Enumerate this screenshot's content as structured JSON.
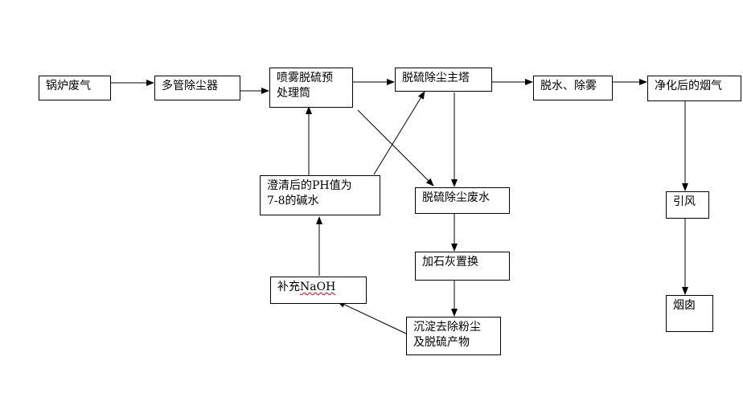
{
  "nodes": {
    "boiler_gas": "锅炉废气",
    "multi_tube": "多管除尘器",
    "spray_pre_l1": "喷雾脱硫预",
    "spray_pre_l2": "处理筒",
    "main_tower": "脱硫除尘主塔",
    "dewater": "脱水、除雾",
    "clean_gas": "净化后的烟气",
    "alkali_l1": "澄清后的PH值为",
    "alkali_l2": "7-8的碱水",
    "wastewater": "脱硫除尘废水",
    "lime": "加石灰置换",
    "naoh_prefix": "补充",
    "naoh_suffix": "NaOH",
    "sediment_l1": "沉淀去除粉尘",
    "sediment_l2": "及脱硫产物",
    "fan": "引风",
    "chimney": "烟囱"
  }
}
